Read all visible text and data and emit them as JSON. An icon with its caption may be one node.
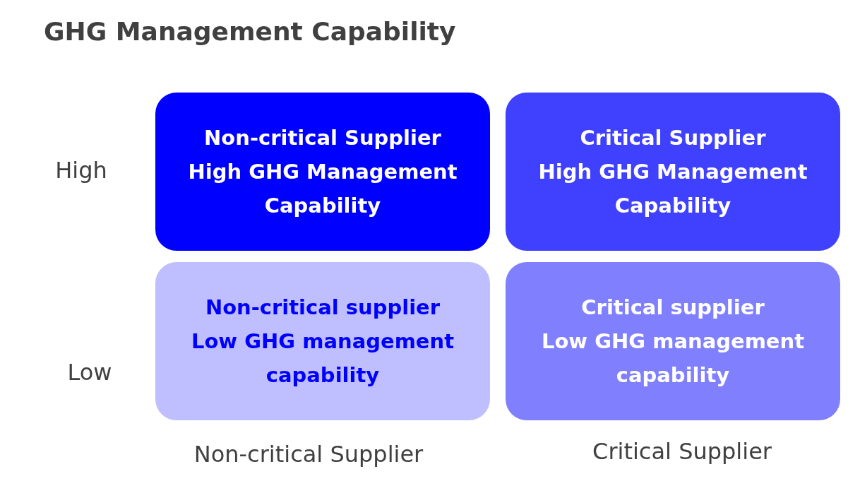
{
  "diagram": {
    "title": "GHG Management Capability",
    "nodes": [
      {
        "text": [
          "Non-critical Supplier",
          "High GHG Management Capability"
        ]
      },
      {
        "text": [
          "Critical Supplier",
          "High GHG Management Capability"
        ]
      },
      {
        "text": [
          "Non-critical supplier",
          "Low GHG management capability"
        ]
      },
      {
        "text": [
          "Critical supplier",
          "Low GHG management capability"
        ]
      }
    ],
    "labels": [
      "High",
      "Low",
      "Non-critical Supplier",
      "Critical Supplier"
    ]
  }
}
